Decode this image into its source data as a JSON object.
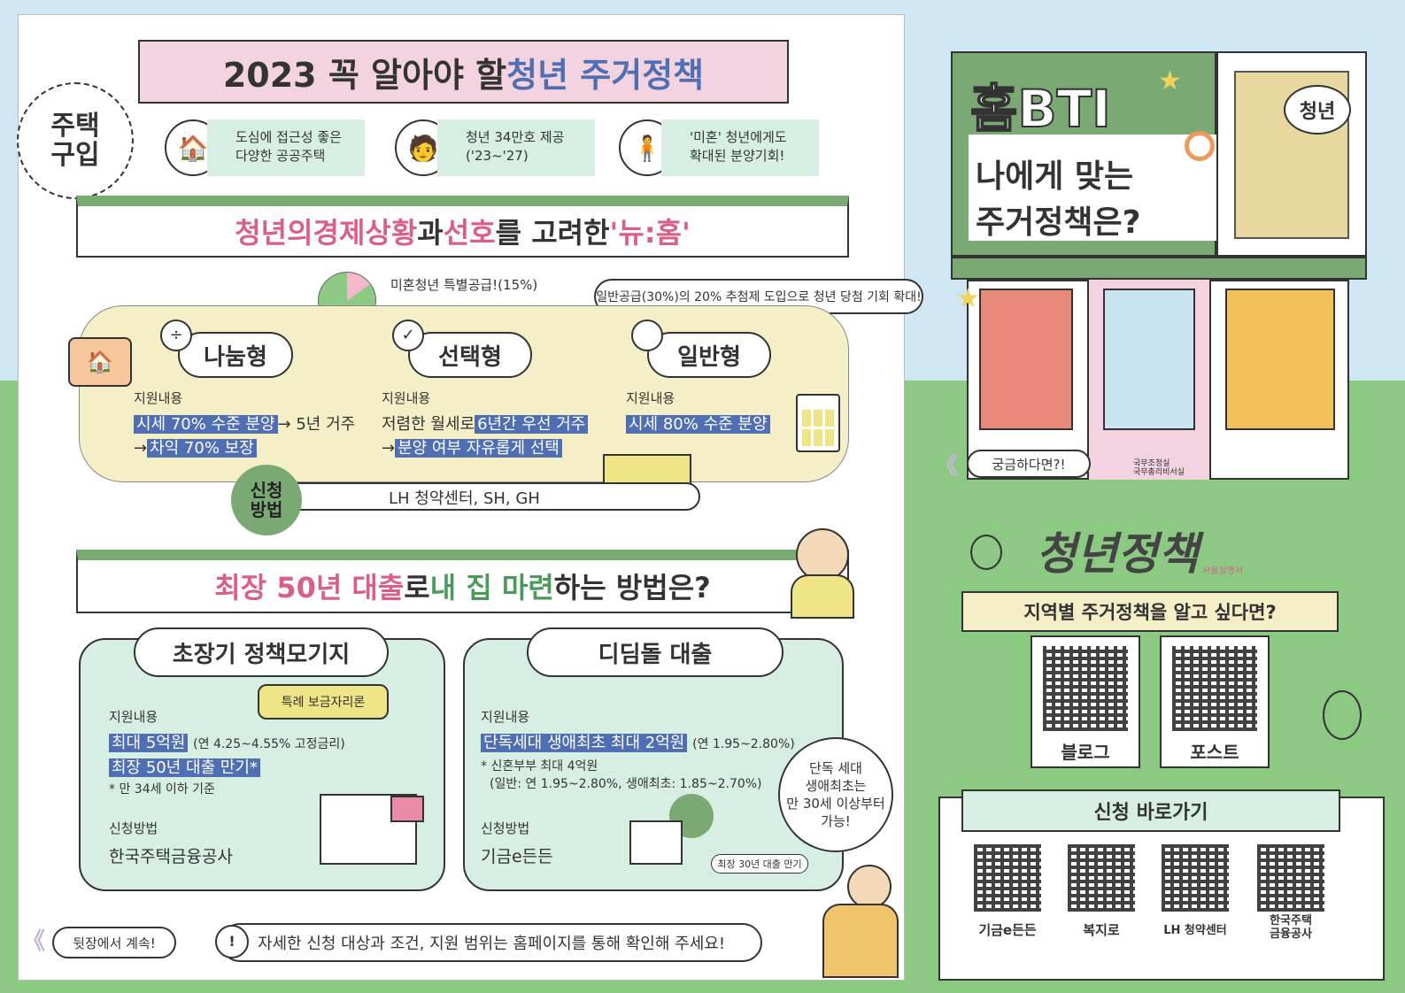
{
  "title": {
    "prefix": "2023 꼭 알아야 할 ",
    "highlight": "청년 주거정책"
  },
  "stamp": "주택\n구입",
  "features": [
    {
      "text": "도심에 접근성 좋은\n다양한 공공주택",
      "icon": "house-icon"
    },
    {
      "text": "청년 34만호 제공\n('23~'27)",
      "icon": "person-house-icon"
    },
    {
      "text": "'미혼' 청년에게도\n확대된 분양기회!",
      "icon": "person-icon"
    }
  ],
  "newhome": {
    "p1": "청년의 ",
    "p2": "경제상황",
    "p3": "과 ",
    "p4": "선호",
    "p5": "를 고려한 ",
    "p6": "'뉴:홈'"
  },
  "pie_label": "미혼청년 특별공급!(15%)",
  "general_note": "일반공급(30%)의 20% 추첨제 도입으로 청년 당첨 기회 확대!",
  "types": [
    {
      "name": "나눔형",
      "support_label": "지원내용",
      "l1a": "시세 70% 수준 분양",
      "l1b": "→ 5년 거주",
      "l2a": "→",
      "l2b": "차익 70% 보장"
    },
    {
      "name": "선택형",
      "support_label": "지원내용",
      "l1a": "저렴한 월세로",
      "l1b": "6년간 우선 거주",
      "l2a": "→",
      "l2b": "분양 여부 자유롭게 선택"
    },
    {
      "name": "일반형",
      "support_label": "지원내용",
      "l1a": "시세 80% 수준 분양",
      "l1b": "",
      "l2a": "",
      "l2b": ""
    }
  ],
  "apply": {
    "label": "신청\n방법",
    "value": "LH 청약센터, SH, GH"
  },
  "loan_heading": {
    "p1": "최장 50년 대출",
    "p2": "로 ",
    "p3": "내 집 마련",
    "p4": "하는 방법은?"
  },
  "mortgage": {
    "title": "초장기 정책모기지",
    "badge": "특례 보금자리론",
    "support_label": "지원내용",
    "line1": "최대 5억원",
    "line1_note": "(연 4.25~4.55% 고정금리)",
    "line2": "최장 50년 대출 만기*",
    "footnote": "* 만 34세 이하 기준",
    "apply_label": "신청방법",
    "apply_value": "한국주택금융공사"
  },
  "didimdol": {
    "title": "디딤돌 대출",
    "support_label": "지원내용",
    "line1": "단독세대 생애최초 최대 2억원",
    "line1_note": "(연 1.95~2.80%)",
    "footnote1": "* 신혼부부 최대 4억원",
    "footnote2": "(일반: 연 1.95~2.80%, 생애최초: 1.85~2.70%)",
    "apply_label": "신청방법",
    "apply_value": "기금e든든",
    "bubble": "단독 세대\n생애최초는\n만 30세 이상부터\n가능!",
    "tag": "최장 30년 대출 만기"
  },
  "bottom": {
    "back": "뒷장에서 계속!",
    "notice": "자세한 신청 대상과 조건, 지원 범위는 홈페이지를 통해 확인해 주세요!"
  },
  "right": {
    "homebti": "홈BTI",
    "youth": "청년",
    "q1": "나에게 맞는",
    "q2": "주거정책은?",
    "curious": "궁금하다면?!",
    "ministry": "국무조정실\n국무총리비서실",
    "policy_logo": "청년정책",
    "policy_sub": "사용설명서",
    "region_q": "지역별 주거정책을 알고 싶다면?",
    "qr_top": [
      {
        "label": "블로그"
      },
      {
        "label": "포스트"
      }
    ],
    "shortcut": "신청 바로가기",
    "qr_bottom": [
      {
        "label": "기금e든든"
      },
      {
        "label": "복지로"
      },
      {
        "label": "LH 청약센터"
      },
      {
        "label": "한국주택\n금융공사"
      }
    ]
  },
  "colors": {
    "green": "#7aa974",
    "pink": "#d95f8a",
    "blue": "#4f6fb2",
    "mint": "#d7efe3",
    "yellow": "#efe486"
  }
}
